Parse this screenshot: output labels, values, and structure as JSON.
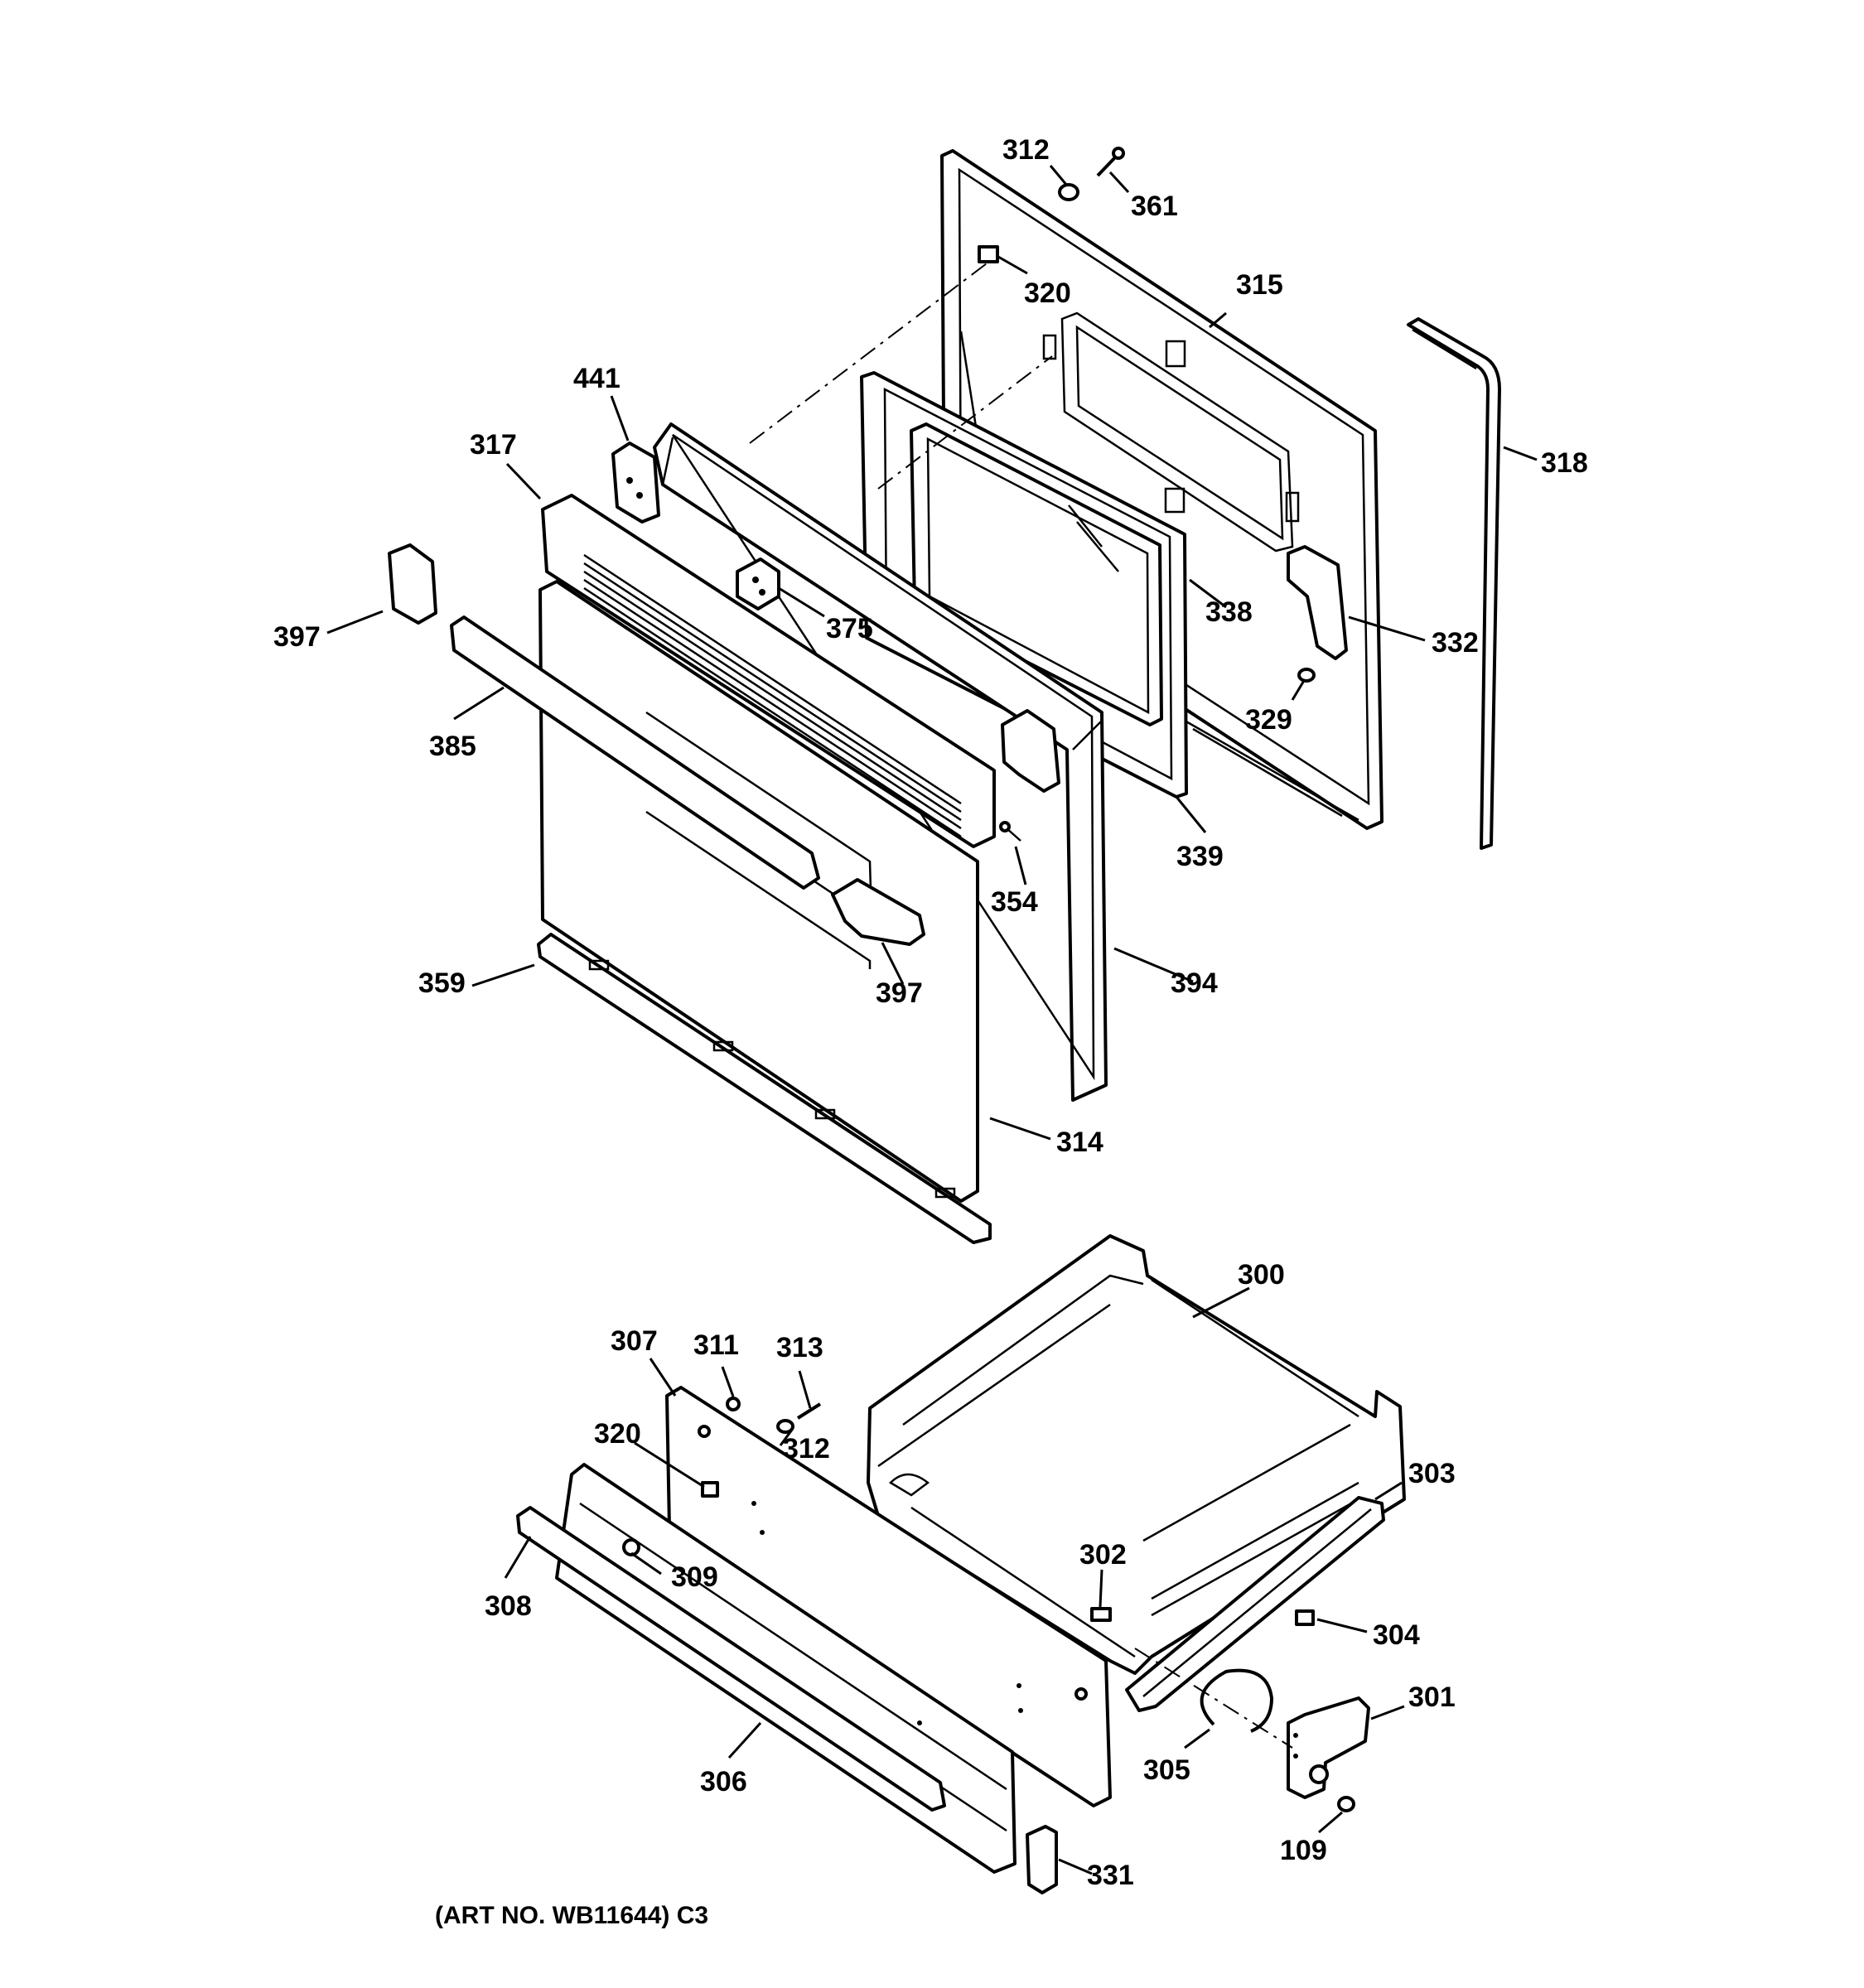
{
  "caption": "(ART NO. WB11644) C3",
  "callouts": {
    "c312a": "312",
    "c361": "361",
    "c320a": "320",
    "c315": "315",
    "c441": "441",
    "c317": "317",
    "c318": "318",
    "c397a": "397",
    "c375": "375",
    "c338": "338",
    "c332": "332",
    "c385": "385",
    "c329": "329",
    "c339": "339",
    "c354": "354",
    "c359": "359",
    "c397b": "397",
    "c394": "394",
    "c314": "314",
    "c300": "300",
    "c307": "307",
    "c311": "311",
    "c313": "313",
    "c320b": "320",
    "c312b": "312",
    "c303": "303",
    "c302": "302",
    "c309": "309",
    "c308": "308",
    "c304": "304",
    "c301": "301",
    "c305": "305",
    "c306": "306",
    "c109": "109",
    "c331": "331"
  }
}
